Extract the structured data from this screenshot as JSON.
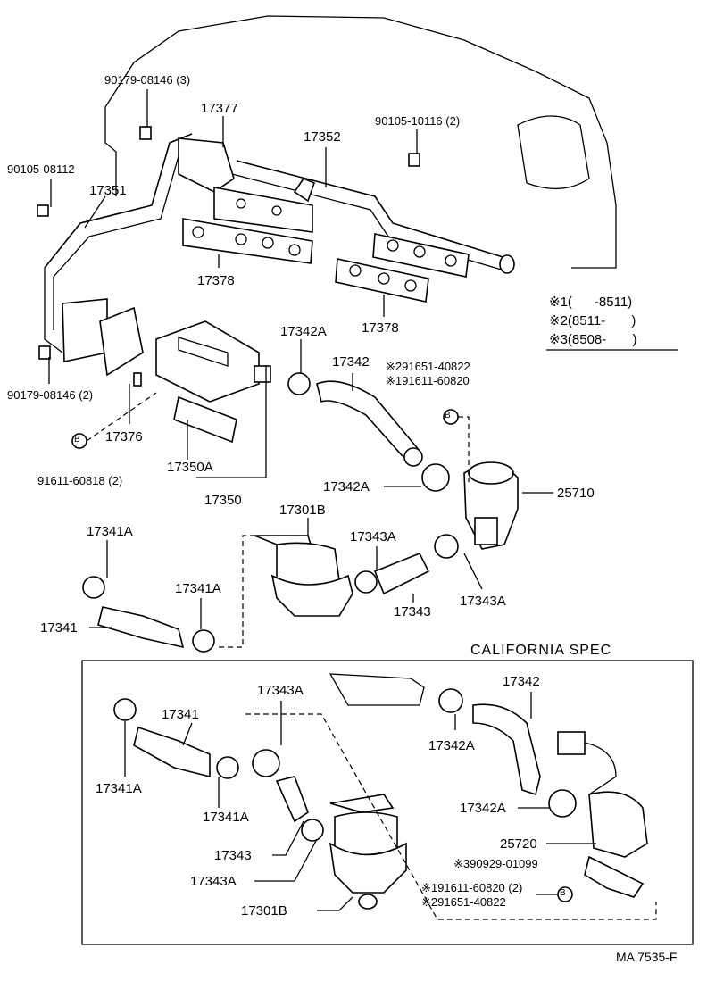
{
  "labels": {
    "l_90179_top": "90179-08146 (3)",
    "l_17377": "17377",
    "l_17352": "17352",
    "l_90105_10116": "90105-10116 (2)",
    "l_90105_08112": "90105-08112",
    "l_17351": "17351",
    "l_17378_a": "17378",
    "l_17378_b": "17378",
    "l_17342A_a": "17342A",
    "l_17342_a": "17342",
    "l_ref_291651_a": "※291651-40822",
    "l_ref_191611_a": "※191611-60820",
    "l_90179_bot": "90179-08146 (2)",
    "l_17376": "17376",
    "l_91611": "91611-60818 (2)",
    "l_17350A": "17350A",
    "l_17350": "17350",
    "l_17342A_b": "17342A",
    "l_25710": "25710",
    "l_17301B_a": "17301B",
    "l_17343A_a": "17343A",
    "l_17341A_a": "17341A",
    "l_17341A_b": "17341A",
    "l_17341_a": "17341",
    "l_17343_a": "17343",
    "l_17343A_b": "17343A",
    "l_17342_b": "17342",
    "l_17343A_c": "17343A",
    "l_17341_b": "17341",
    "l_17342A_c": "17342A",
    "l_17341A_c": "17341A",
    "l_17341A_d": "17341A",
    "l_17342A_d": "17342A",
    "l_17343_b": "17343",
    "l_25720": "25720",
    "l_ref_390929": "※390929-01099",
    "l_17343A_d": "17343A",
    "l_ref_191611_b": "※191611-60820 (2)",
    "l_ref_291651_b": "※291651-40822",
    "l_17301B_b": "17301B"
  },
  "legend": {
    "row1": "※1(      -8511)",
    "row2": "※2(8511-       )",
    "row3": "※3(8508-       )"
  },
  "california_title": "CALIFORNIA  SPEC",
  "marker_b": "B",
  "footer": "MA  7535-F"
}
